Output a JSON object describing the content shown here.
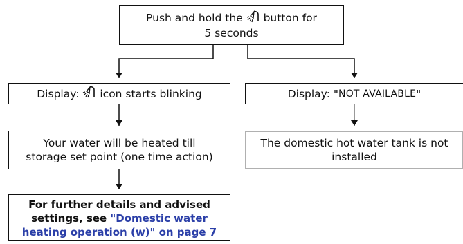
{
  "diagram": {
    "nodes": {
      "start": {
        "line1_before": "Push and hold the",
        "line1_after": "button for",
        "line2": "5 seconds"
      },
      "display_left": {
        "before": "Display:",
        "after": "icon starts blinking"
      },
      "display_right": {
        "prefix": "Display: \"",
        "status": "NOT AVAILABLE",
        "suffix": "\""
      },
      "heated": {
        "line1": "Your water will be heated till",
        "line2": "storage set point (one time action)"
      },
      "not_installed": {
        "line1": "The domestic hot water tank is not",
        "line2": "installed"
      },
      "details": {
        "line1": "For further details and advised",
        "line2_plain": "settings, see",
        "link": "\"Domestic water heating operation (w)\" on page 7"
      }
    },
    "icons": [
      "shower-hand-icon"
    ],
    "colors": {
      "link": "#2b3fa8",
      "box_border": "#111111",
      "gray_border": "#b0b0b0"
    }
  }
}
